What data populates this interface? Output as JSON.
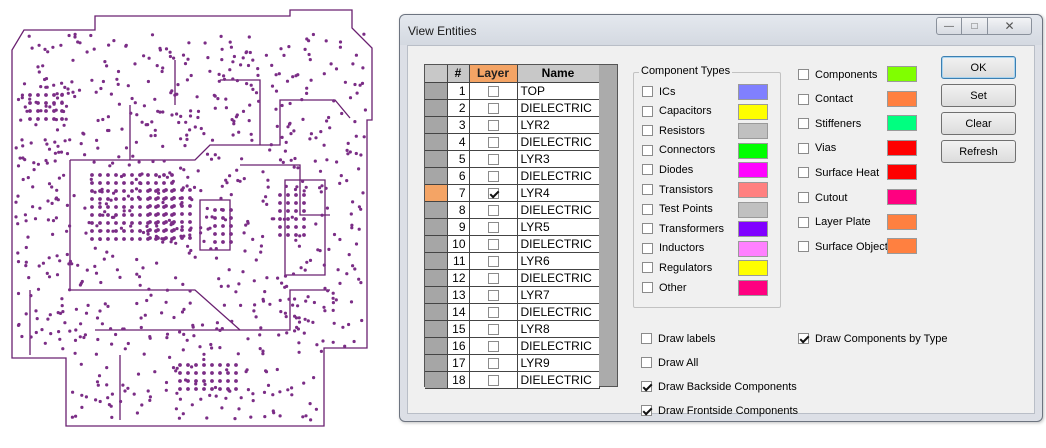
{
  "window": {
    "title": "View Entities"
  },
  "controls": {
    "minimize": "—",
    "maximize": "□",
    "close": "✕"
  },
  "layer_grid": {
    "headers": {
      "num": "#",
      "layer": "Layer",
      "name": "Name"
    },
    "rows": [
      {
        "num": "1",
        "checked": false,
        "name": "TOP"
      },
      {
        "num": "2",
        "checked": false,
        "name": "DIELECTRIC"
      },
      {
        "num": "3",
        "checked": false,
        "name": "LYR2"
      },
      {
        "num": "4",
        "checked": false,
        "name": "DIELECTRIC"
      },
      {
        "num": "5",
        "checked": false,
        "name": "LYR3"
      },
      {
        "num": "6",
        "checked": false,
        "name": "DIELECTRIC"
      },
      {
        "num": "7",
        "checked": true,
        "name": "LYR4",
        "active": true
      },
      {
        "num": "8",
        "checked": false,
        "name": "DIELECTRIC"
      },
      {
        "num": "9",
        "checked": false,
        "name": "LYR5"
      },
      {
        "num": "10",
        "checked": false,
        "name": "DIELECTRIC"
      },
      {
        "num": "11",
        "checked": false,
        "name": "LYR6"
      },
      {
        "num": "12",
        "checked": false,
        "name": "DIELECTRIC"
      },
      {
        "num": "13",
        "checked": false,
        "name": "LYR7"
      },
      {
        "num": "14",
        "checked": false,
        "name": "DIELECTRIC"
      },
      {
        "num": "15",
        "checked": false,
        "name": "LYR8"
      },
      {
        "num": "16",
        "checked": false,
        "name": "DIELECTRIC"
      },
      {
        "num": "17",
        "checked": false,
        "name": "LYR9"
      },
      {
        "num": "18",
        "checked": false,
        "name": "DIELECTRIC"
      }
    ]
  },
  "component_types": {
    "label": "Component Types",
    "items": [
      {
        "label": "ICs",
        "checked": false,
        "color": "#8080ff"
      },
      {
        "label": "Capacitors",
        "checked": false,
        "color": "#ffff00"
      },
      {
        "label": "Resistors",
        "checked": false,
        "color": "#c0c0c0"
      },
      {
        "label": "Connectors",
        "checked": false,
        "color": "#00ff00"
      },
      {
        "label": "Diodes",
        "checked": false,
        "color": "#ff00ff"
      },
      {
        "label": "Transistors",
        "checked": false,
        "color": "#ff8080"
      },
      {
        "label": "Test Points",
        "checked": false,
        "color": "#c0c0c0"
      },
      {
        "label": "Transformers",
        "checked": false,
        "color": "#8000ff"
      },
      {
        "label": "Inductors",
        "checked": false,
        "color": "#ff80ff"
      },
      {
        "label": "Regulators",
        "checked": false,
        "color": "#ffff00"
      },
      {
        "label": "Other",
        "checked": false,
        "color": "#ff0080"
      }
    ]
  },
  "entities": [
    {
      "label": "Components",
      "checked": false,
      "color": "#80ff00"
    },
    {
      "label": "Contact",
      "checked": false,
      "color": "#ff8040"
    },
    {
      "label": "Stiffeners",
      "checked": false,
      "color": "#00ff80"
    },
    {
      "label": "Vias",
      "checked": false,
      "color": "#ff0000"
    },
    {
      "label": "Surface Heat",
      "checked": false,
      "color": "#ff0000"
    },
    {
      "label": "Cutout",
      "checked": false,
      "color": "#ff0080"
    },
    {
      "label": "Layer Plate",
      "checked": false,
      "color": "#ff8040"
    },
    {
      "label": "Surface Object",
      "checked": false,
      "color": "#ff8040"
    }
  ],
  "options": {
    "draw_labels": {
      "label": "Draw labels",
      "checked": false
    },
    "draw_all": {
      "label": "Draw All",
      "checked": false
    },
    "draw_backside_components": {
      "label": "Draw Backside Components",
      "checked": true
    },
    "draw_frontside_components": {
      "label": "Draw Frontside Components",
      "checked": true
    },
    "draw_components_by_type": {
      "label": "Draw Components by Type",
      "checked": true
    }
  },
  "buttons": {
    "ok": "OK",
    "set": "Set",
    "clear": "Clear",
    "refresh": "Refresh"
  },
  "colors": {
    "pcb_trace": "#6a2070",
    "pcb_pad": "#7b2d86"
  }
}
